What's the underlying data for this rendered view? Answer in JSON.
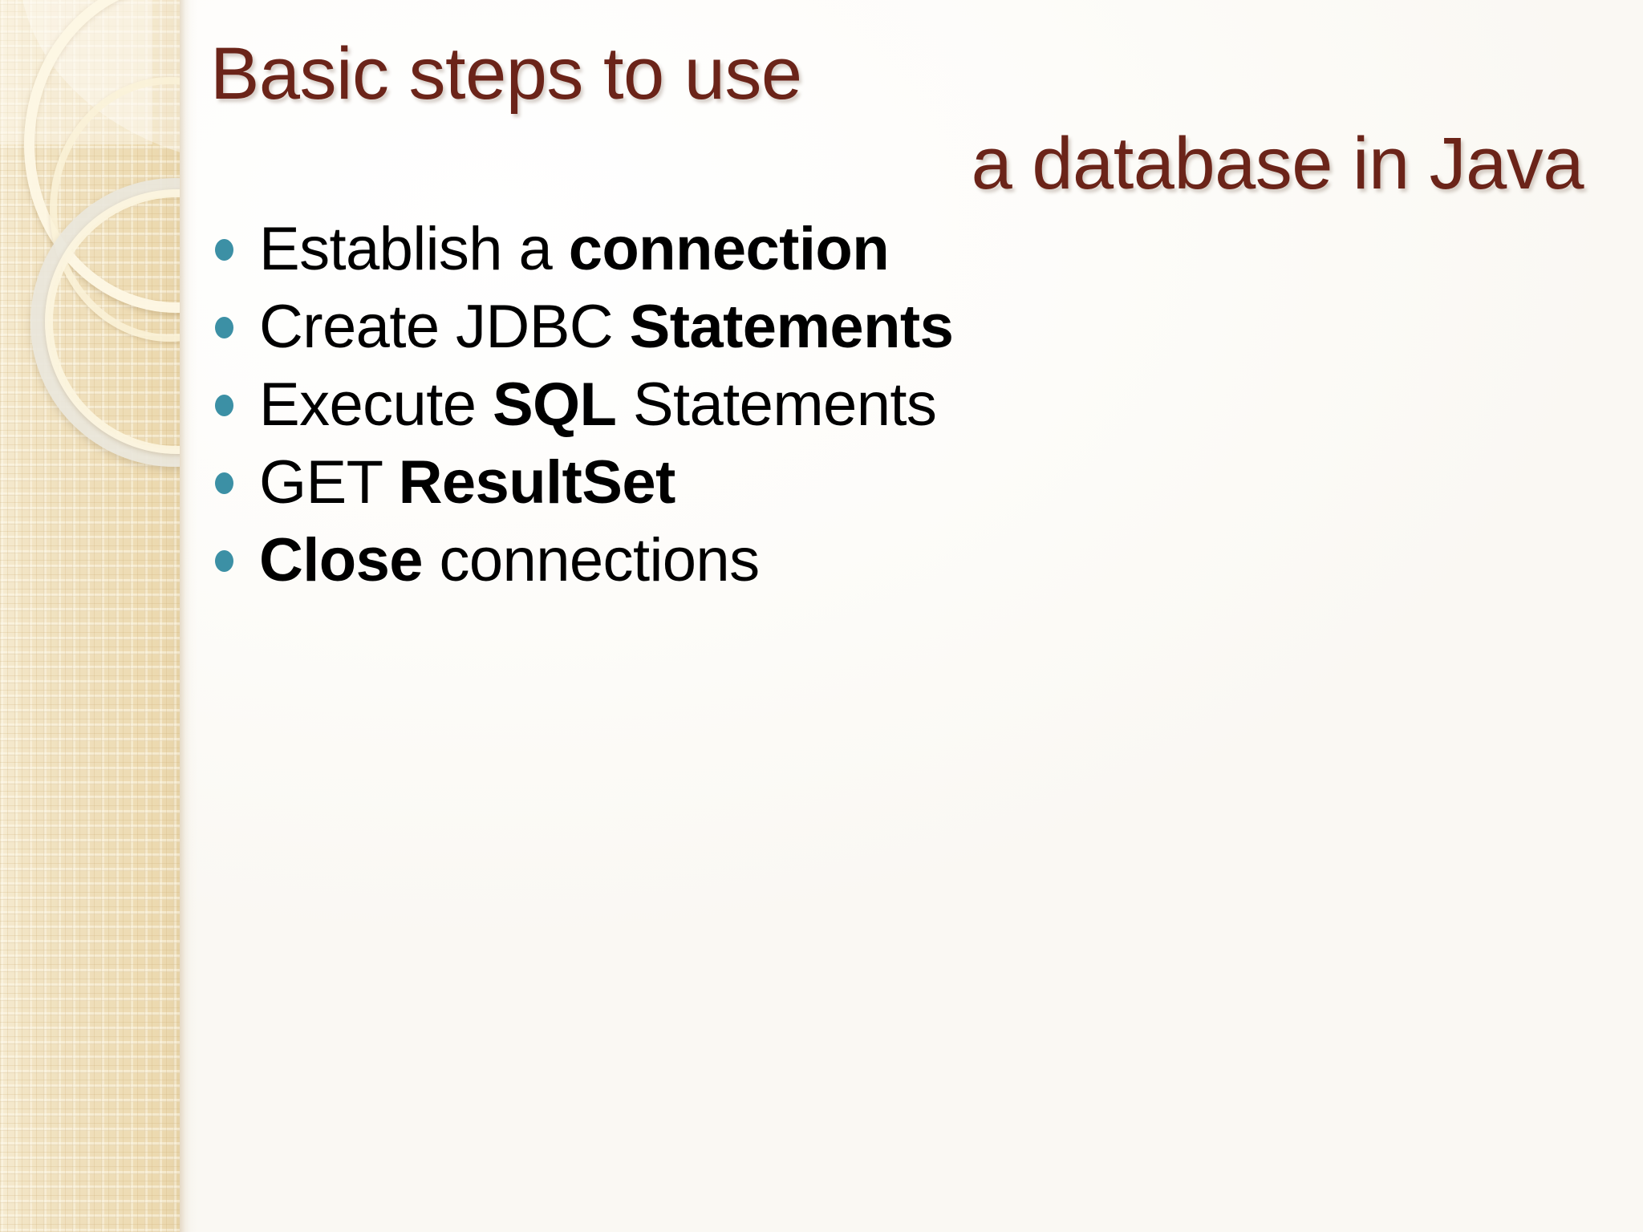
{
  "slide": {
    "background_color": "#FDFCFA",
    "title": {
      "line1": "Basic steps to use",
      "line2": "a database in Java",
      "color": "#6B2419"
    },
    "sidebar": {
      "base_color": "#F0E0BC",
      "ring_cream_color": "#FDF7E4",
      "ring_grey_color": "#E9E6DB"
    },
    "bullets": {
      "marker_color": "#3C90A5",
      "text_color": "#000000",
      "items": [
        {
          "runs": [
            {
              "text": "Establish a ",
              "bold": false
            },
            {
              "text": "connection",
              "bold": true
            }
          ],
          "plain": "Establish a connection"
        },
        {
          "runs": [
            {
              "text": "Create JDBC ",
              "bold": false
            },
            {
              "text": "Statements",
              "bold": true
            }
          ],
          "plain": "Create JDBC Statements"
        },
        {
          "runs": [
            {
              "text": "Execute ",
              "bold": false
            },
            {
              "text": "SQL",
              "bold": true
            },
            {
              "text": " Statements",
              "bold": false
            }
          ],
          "plain": "Execute SQL Statements"
        },
        {
          "runs": [
            {
              "text": "GET ",
              "bold": false
            },
            {
              "text": "ResultSet",
              "bold": true
            }
          ],
          "plain": "GET ResultSet"
        },
        {
          "runs": [
            {
              "text": "Close",
              "bold": true
            },
            {
              "text": " connections",
              "bold": false
            }
          ],
          "plain": "Close connections"
        }
      ]
    }
  }
}
